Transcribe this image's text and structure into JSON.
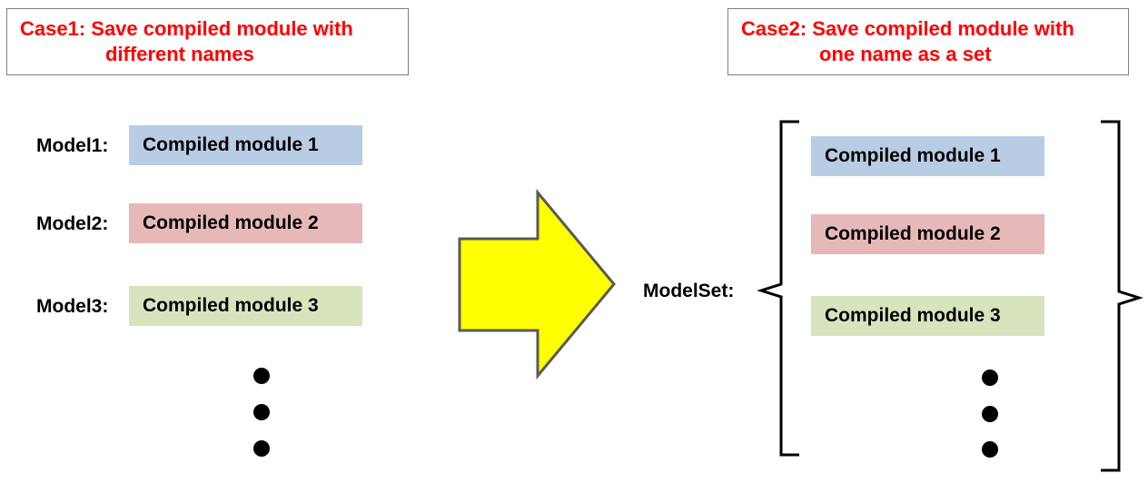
{
  "case1": {
    "line1": "Case1: Save compiled module with",
    "line2": "different names"
  },
  "case2": {
    "line1": "Case2: Save compiled module with",
    "line2": "one name as a set"
  },
  "case1_models": [
    {
      "label": "Model1:",
      "module": "Compiled module 1",
      "color": "#b8cce4"
    },
    {
      "label": "Model2:",
      "module": "Compiled module 2",
      "color": "#e6b9b8"
    },
    {
      "label": "Model3:",
      "module": "Compiled module 3",
      "color": "#d7e4bd"
    }
  ],
  "case2_set": {
    "label": "ModelSet:",
    "modules": [
      {
        "module": "Compiled module 1",
        "color": "#b8cce4"
      },
      {
        "module": "Compiled module 2",
        "color": "#e6b9b8"
      },
      {
        "module": "Compiled module 3",
        "color": "#d7e4bd"
      }
    ]
  },
  "colors": {
    "case_title": "#ff0000",
    "arrow_fill": "#ffff00",
    "arrow_stroke": "#595959"
  }
}
